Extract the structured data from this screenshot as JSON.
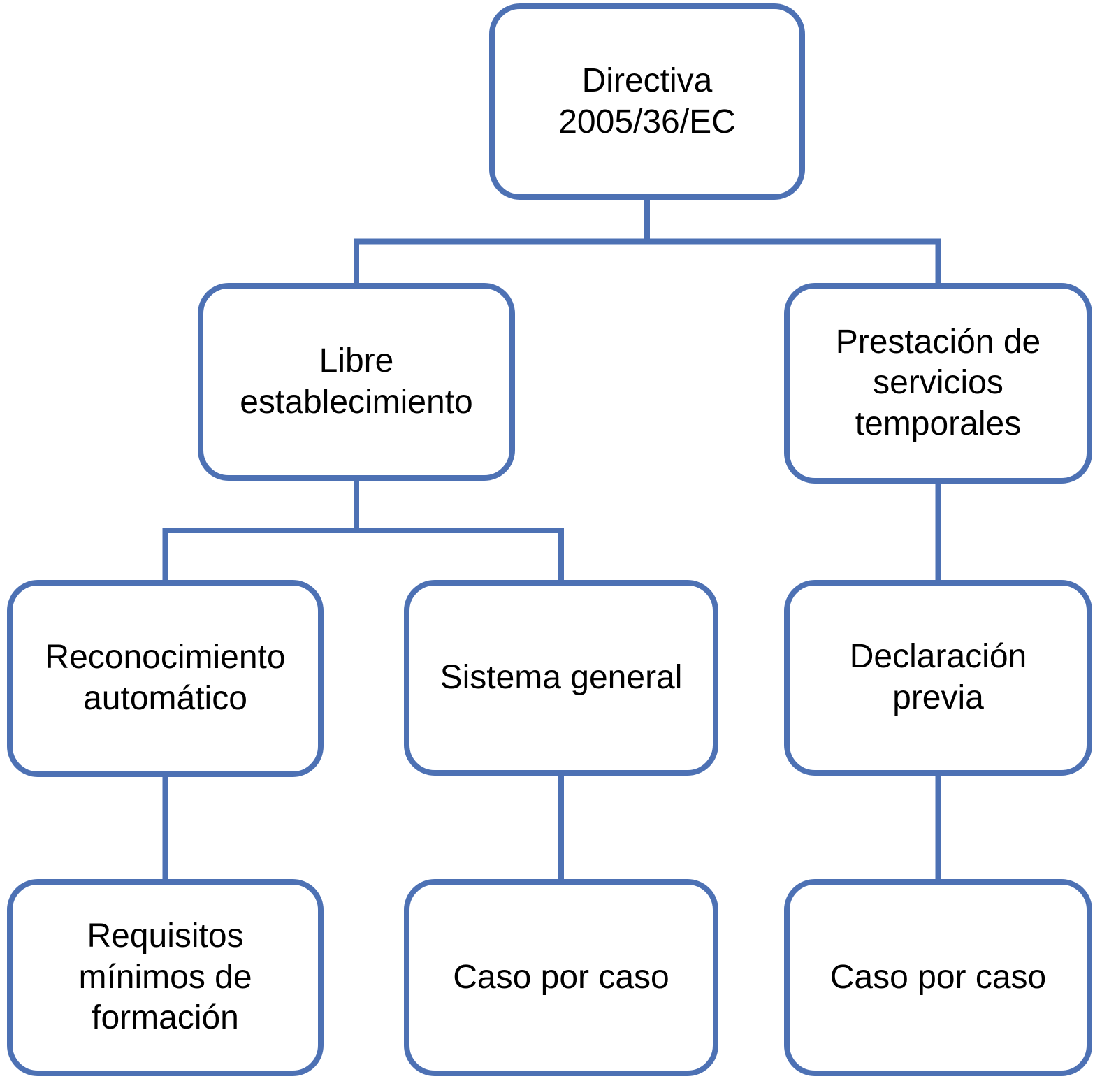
{
  "colors": {
    "accent": "#4d71b4",
    "node_fill": "#ffffff",
    "node_text": "#000000"
  },
  "nodes": {
    "directiva": {
      "label": "Directiva 2005/36/EC"
    },
    "libre": {
      "label": "Libre establecimiento"
    },
    "prestacion": {
      "label": "Prestación de servicios temporales"
    },
    "reconocimiento": {
      "label": "Reconocimiento automático"
    },
    "sistema": {
      "label": "Sistema general"
    },
    "declaracion": {
      "label": "Declaración previa"
    },
    "requisitos": {
      "label": "Requisitos mínimos de formación"
    },
    "caso_general": {
      "label": "Caso por caso"
    },
    "caso_previa": {
      "label": "Caso por caso"
    }
  },
  "edges": [
    {
      "from": "directiva",
      "to": "libre"
    },
    {
      "from": "directiva",
      "to": "prestacion"
    },
    {
      "from": "libre",
      "to": "reconocimiento"
    },
    {
      "from": "libre",
      "to": "sistema"
    },
    {
      "from": "prestacion",
      "to": "declaracion"
    },
    {
      "from": "reconocimiento",
      "to": "requisitos"
    },
    {
      "from": "sistema",
      "to": "caso_general"
    },
    {
      "from": "declaracion",
      "to": "caso_previa"
    }
  ]
}
